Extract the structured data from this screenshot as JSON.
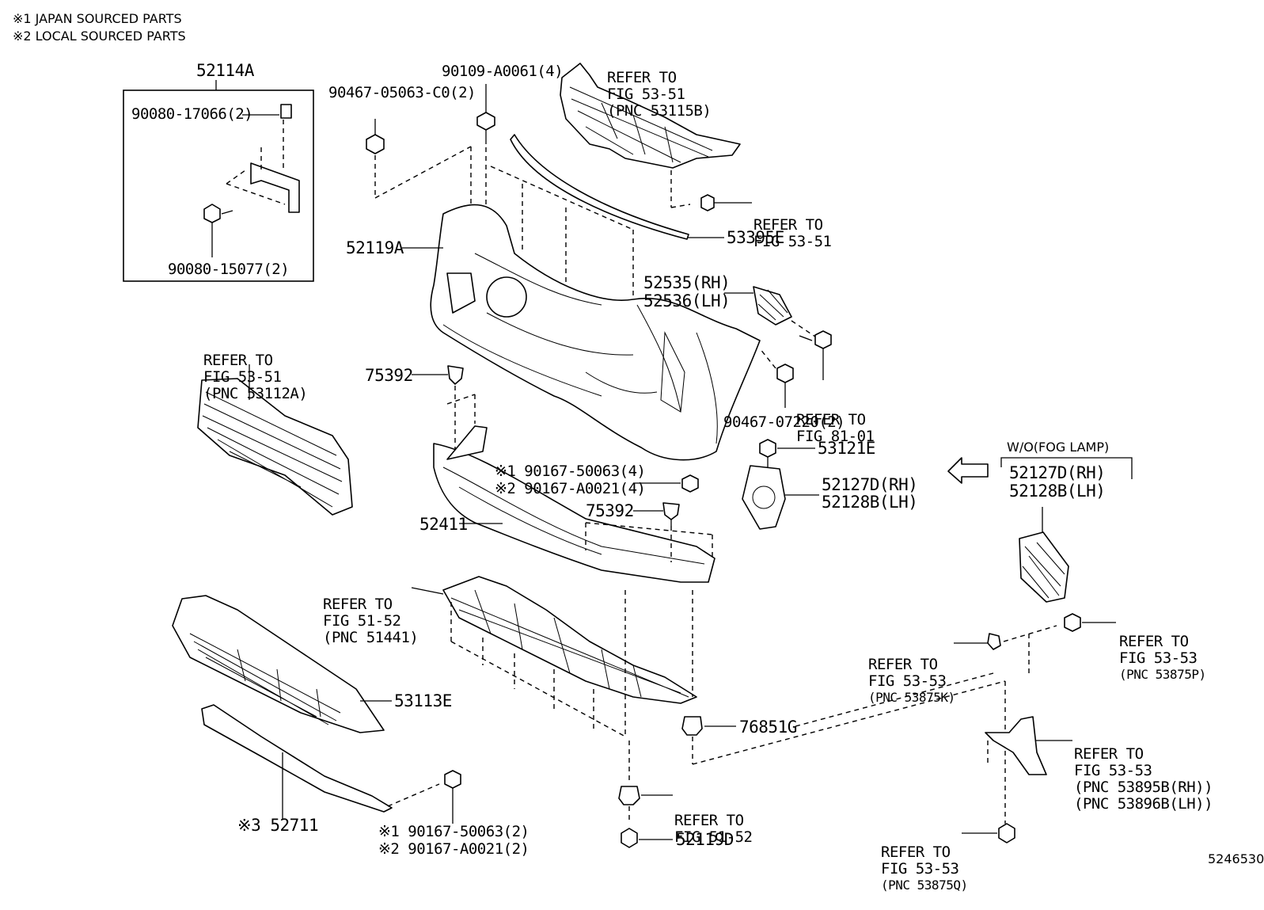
{
  "notes": {
    "japan": "※1 JAPAN SOURCED PARTS",
    "local": "※2 LOCAL SOURCED PARTS"
  },
  "parts": {
    "p52114A": "52114A",
    "p90080_17066": "90080-17066(2)",
    "p90080_15077": "90080-15077(2)",
    "p90467_05063": "90467-05063-C0(2)",
    "p90109_A0061": "90109-A0061(4)",
    "p53395E": "53395E",
    "p52119A": "52119A",
    "p52535": "52535(RH)",
    "p52536": "52536(LH)",
    "p90467_07220": "90467-07220(2)",
    "p75392a": "75392",
    "p75392b": "75392",
    "p53121E": "53121E",
    "p52127D_a": "52127D(RH)",
    "p52128B_a": "52128B(LH)",
    "p52127D_b": "52127D(RH)",
    "p52128B_b": "52128B(LH)",
    "p90167_50063_a": "※1 90167-50063(4)",
    "p90167_A0021_a": "※2 90167-A0021(4)",
    "p52411": "52411",
    "p53113E": "53113E",
    "p76851G": "76851G",
    "p52711": "※3 52711",
    "p90167_50063_b": "※1 90167-50063(2)",
    "p90167_A0021_b": "※2 90167-A0021(2)",
    "p52119D": "52119D",
    "wo_fog": "W/O(FOG LAMP)",
    "fig_id": "5246530"
  },
  "refs": {
    "r1": [
      "REFER TO",
      "FIG 53-51",
      "(PNC 53115B)"
    ],
    "r2": [
      "REFER TO",
      "FIG 53-51"
    ],
    "r3": [
      "REFER TO",
      "FIG 53-51",
      "(PNC 53112A)"
    ],
    "r4": [
      "REFER TO",
      "FIG 81-01"
    ],
    "r5": [
      "REFER TO",
      "FIG 51-52",
      "(PNC 51441)"
    ],
    "r6": [
      "REFER TO",
      "FIG 53-53",
      "(PNC 53875P)"
    ],
    "r7": [
      "REFER TO",
      "FIG 53-53",
      "(PNC 53875K)"
    ],
    "r8": [
      "REFER TO",
      "FIG 53-53",
      "(PNC 53895B(RH))",
      "(PNC 53896B(LH))"
    ],
    "r9": [
      "REFER TO",
      "FIG 51-52"
    ],
    "r10": [
      "REFER TO",
      "FIG 53-53",
      "(PNC 53875Q)"
    ]
  }
}
